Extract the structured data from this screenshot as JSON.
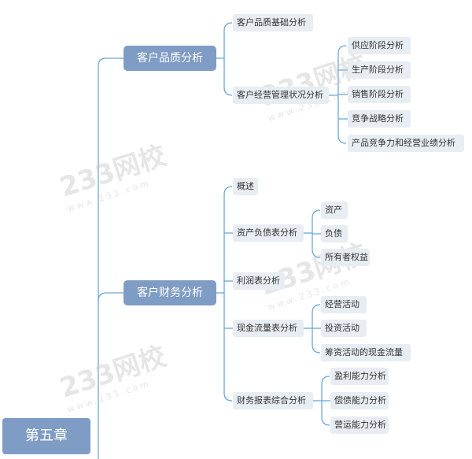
{
  "root": {
    "label": "第五章"
  },
  "branches": [
    {
      "label": "客户品质分析",
      "children": [
        {
          "label": "客户品质基础分析",
          "children": []
        },
        {
          "label": "客户经营管理状况分析",
          "children": [
            {
              "label": "供应阶段分析"
            },
            {
              "label": "生产阶段分析"
            },
            {
              "label": "销售阶段分析"
            },
            {
              "label": "竞争战略分析"
            },
            {
              "label": "产品竞争力和经营业绩分析"
            }
          ]
        }
      ]
    },
    {
      "label": "客户财务分析",
      "children": [
        {
          "label": "概述",
          "children": []
        },
        {
          "label": "资产负债表分析",
          "children": [
            {
              "label": "资产"
            },
            {
              "label": "负债"
            },
            {
              "label": "所有者权益"
            }
          ]
        },
        {
          "label": "利润表分析",
          "children": []
        },
        {
          "label": "现金流量表分析",
          "children": [
            {
              "label": "经营活动"
            },
            {
              "label": "投资活动"
            },
            {
              "label": "筹资活动的现金流量"
            }
          ]
        },
        {
          "label": "财务报表综合分析",
          "children": [
            {
              "label": "盈利能力分析"
            },
            {
              "label": "偿债能力分析"
            },
            {
              "label": "营运能力分析"
            }
          ]
        }
      ]
    }
  ],
  "watermark": {
    "text": "233网校",
    "url": "www.233.com"
  },
  "colors": {
    "connector": "#6aa8d8",
    "primary_node": "#7f9cc4",
    "secondary_node": "#e8edf3"
  }
}
